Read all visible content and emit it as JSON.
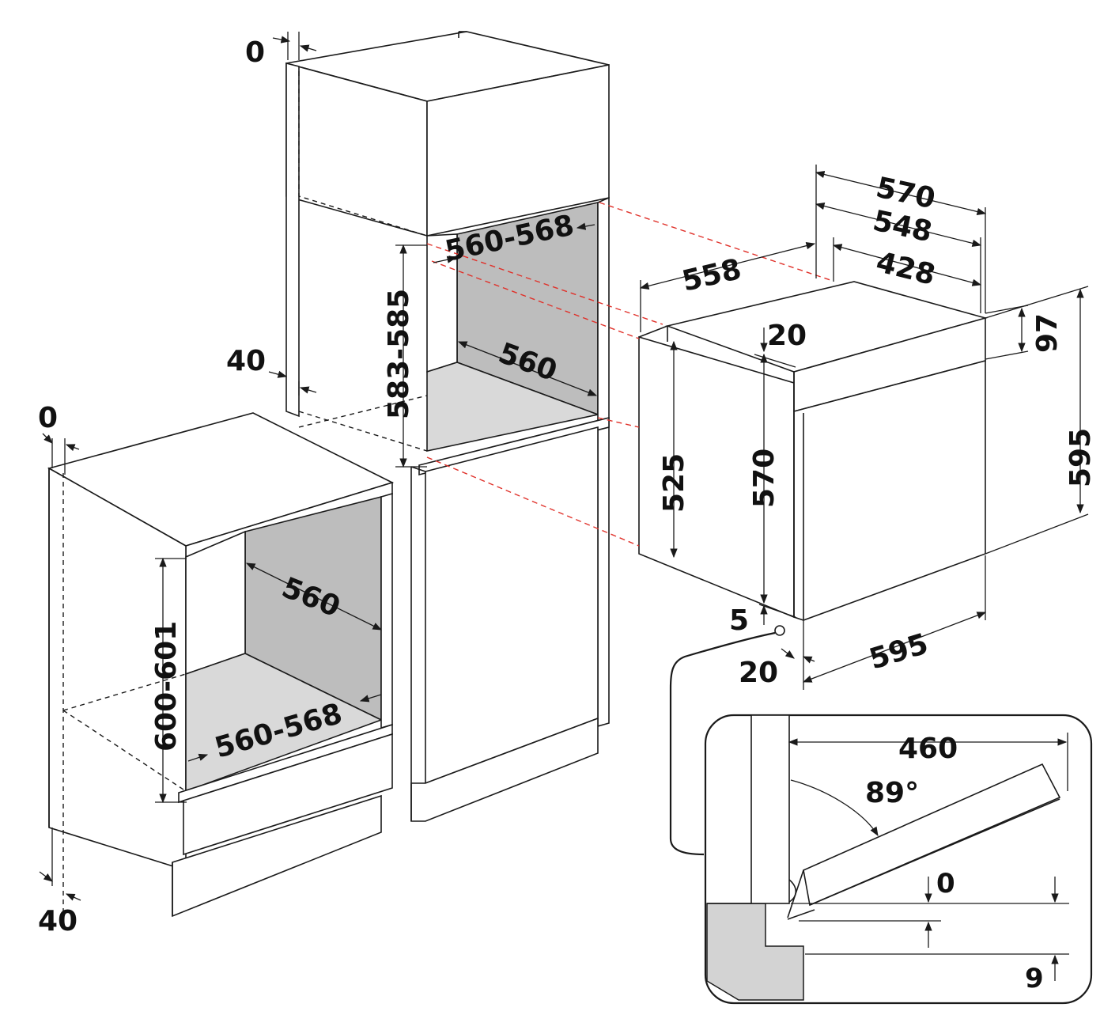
{
  "colors": {
    "line": "#1a1a1a",
    "cavity_back": "#bdbdbd",
    "cavity_floor": "#d9d9d9",
    "guide": "#e0312a",
    "counter": "#d3d3d3"
  },
  "dimensions": {
    "tall_top_gap": "0",
    "tall_side_gap": "40",
    "tall_opening_width": "560-568",
    "tall_opening_height": "583-585",
    "tall_depth": "560",
    "base_top_gap": "0",
    "base_bottom_gap": "40",
    "base_depth": "560",
    "base_opening_height": "600-601",
    "base_opening_width": "560-568",
    "oven_width_570": "570",
    "oven_width_548": "548",
    "oven_width_428": "428",
    "oven_depth": "558",
    "oven_top_step": "20",
    "oven_panel_height": "97",
    "oven_body_height_525": "525",
    "oven_body_height_570": "570",
    "oven_total_height": "595",
    "oven_bottom_gap": "5",
    "oven_front_offset": "20",
    "oven_front_width": "595",
    "door_swing": "460",
    "door_angle": "89°",
    "door_offset_0": "0",
    "door_offset_9": "9"
  }
}
